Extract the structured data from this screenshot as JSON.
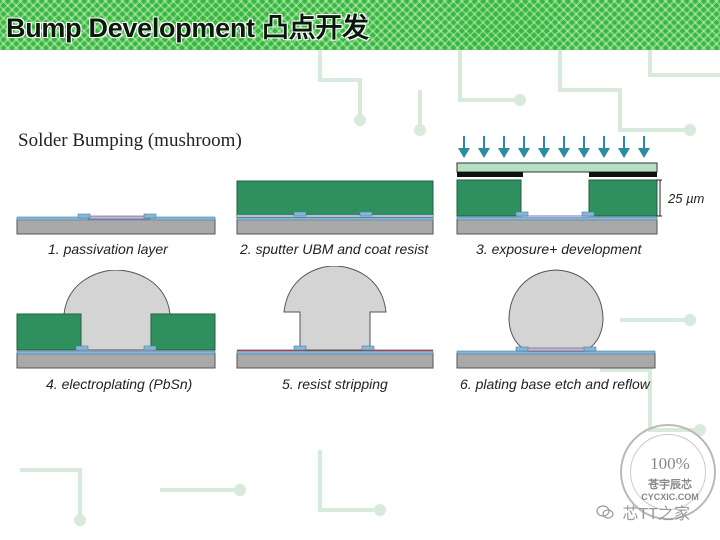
{
  "header": {
    "title": "Bump Development 凸点开发"
  },
  "slide": {
    "subtitle": "Solder Bumping (mushroom)",
    "panels": [
      {
        "caption": "1. passivation layer"
      },
      {
        "caption": "2. sputter UBM and coat resist"
      },
      {
        "caption": "3. exposure+ development"
      },
      {
        "caption": "4. electroplating (PbSn)"
      },
      {
        "caption": "5. resist stripping"
      },
      {
        "caption": "6. plating base etch and reflow"
      }
    ],
    "dimension_label": "25 µm"
  },
  "watermark": {
    "stamp_percent": "100%",
    "stamp_text": "苍宇辰芯",
    "stamp_url": "CYCXIC.COM",
    "text": "芯TT之家"
  },
  "colors": {
    "banner": "#36b93a",
    "resist": "#2f8f5f",
    "substrate": "#a9a9a9",
    "passivation": "#87b7d6",
    "ubm": "#c9b3e0",
    "solder": "#d4d4d4",
    "mask": "#b5e0c2",
    "arrow": "#2b8ba0"
  }
}
